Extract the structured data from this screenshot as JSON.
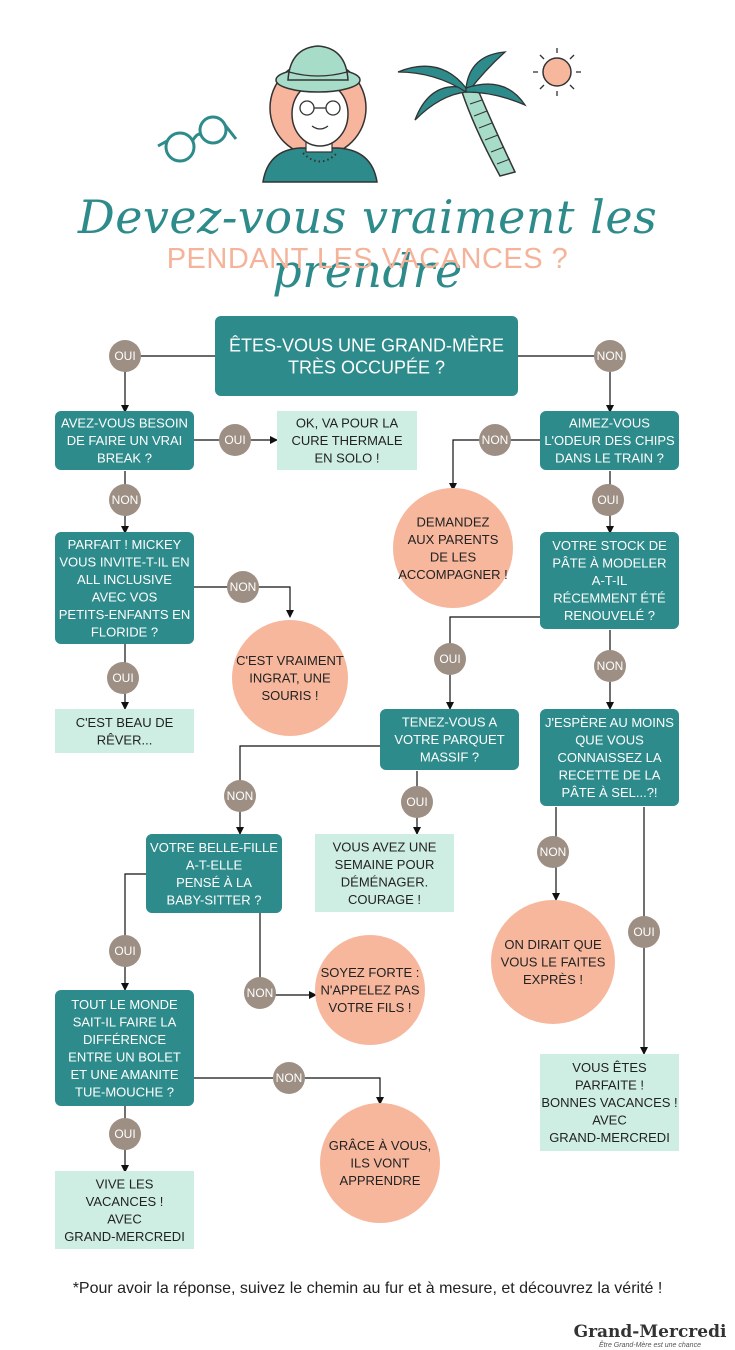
{
  "header": {
    "title": "Devez-vous vraiment les prendre",
    "subtitle": "PENDANT LES VACANCES ?"
  },
  "colors": {
    "question": "#2e8b8b",
    "answer_box": "#cfeee3",
    "answer_circle": "#f7b79d",
    "connector": "#9e8f84",
    "accent_title": "#2e8b8b",
    "accent_subtitle": "#f5b39a"
  },
  "illustration": {
    "icons": [
      "sunglasses-icon",
      "grandmother-icon",
      "palm-tree-icon",
      "sun-icon"
    ]
  },
  "flowchart": {
    "q_busy": [
      "ÊTES-VOUS UNE GRAND-MÈRE",
      "TRÈS OCCUPÉE ?"
    ],
    "q_break": [
      "AVEZ-VOUS BESOIN",
      "DE FAIRE UN VRAI",
      "BREAK ?"
    ],
    "a_cure": [
      "OK, VA POUR LA",
      "CURE THERMALE",
      "EN SOLO !"
    ],
    "q_chips": [
      "AIMEZ-VOUS",
      "L'ODEUR DES CHIPS",
      "DANS LE TRAIN ?"
    ],
    "a_parents": [
      "DEMANDEZ",
      "AUX PARENTS",
      "DE LES",
      "ACCOMPAGNER !"
    ],
    "q_mickey": [
      "PARFAIT ! MICKEY",
      "VOUS INVITE-T-IL EN",
      "ALL INCLUSIVE",
      "AVEC VOS",
      "PETITS-ENFANTS EN",
      "FLORIDE ?"
    ],
    "a_ingrat": [
      "C'EST VRAIMENT",
      "INGRAT, UNE",
      "SOURIS !"
    ],
    "a_beau": [
      "C'EST BEAU DE",
      "RÊVER..."
    ],
    "q_pate": [
      "VOTRE STOCK DE",
      "PÂTE À MODELER",
      "A-T-IL",
      "RÉCEMMENT ÉTÉ",
      "RENOUVELÉ ?"
    ],
    "q_parquet": [
      "TENEZ-VOUS A",
      "VOTRE PARQUET",
      "MASSIF ?"
    ],
    "a_demenager": [
      "VOUS AVEZ UNE",
      "SEMAINE POUR",
      "DÉMÉNAGER.",
      "COURAGE !"
    ],
    "q_recette": [
      "J'ESPÈRE AU MOINS",
      "QUE VOUS",
      "CONNAISSEZ LA",
      "RECETTE DE LA",
      "PÂTE À SEL...?!"
    ],
    "q_bellefille": [
      "VOTRE BELLE-FILLE",
      "A-T-ELLE",
      "PENSÉ À LA",
      "BABY-SITTER ?"
    ],
    "a_soyez": [
      "SOYEZ FORTE :",
      "N'APPELEZ PAS",
      "VOTRE FILS !"
    ],
    "a_expres": [
      "ON DIRAIT QUE",
      "VOUS LE FAITES",
      "EXPRÈS !"
    ],
    "q_bolet": [
      "TOUT LE MONDE",
      "SAIT-IL FAIRE LA",
      "DIFFÉRENCE",
      "ENTRE UN BOLET",
      "ET UNE AMANITE",
      "TUE-MOUCHE ?"
    ],
    "a_grace": [
      "GRÂCE À VOUS,",
      "ILS VONT",
      "APPRENDRE"
    ],
    "a_parfaite": [
      "VOUS ÊTES",
      "PARFAITE !",
      "BONNES VACANCES !",
      "AVEC",
      "GRAND-MERCREDI"
    ],
    "a_vive": [
      "VIVE LES",
      "VACANCES !",
      "AVEC",
      "GRAND-MERCREDI"
    ],
    "oui": "OUI",
    "non": "NON"
  },
  "footer": {
    "note": "*Pour avoir la réponse, suivez le chemin au fur et à mesure, et découvrez la vérité !",
    "brand": "Grand-Mercredi",
    "tagline": "Être Grand-Mère est une chance"
  }
}
